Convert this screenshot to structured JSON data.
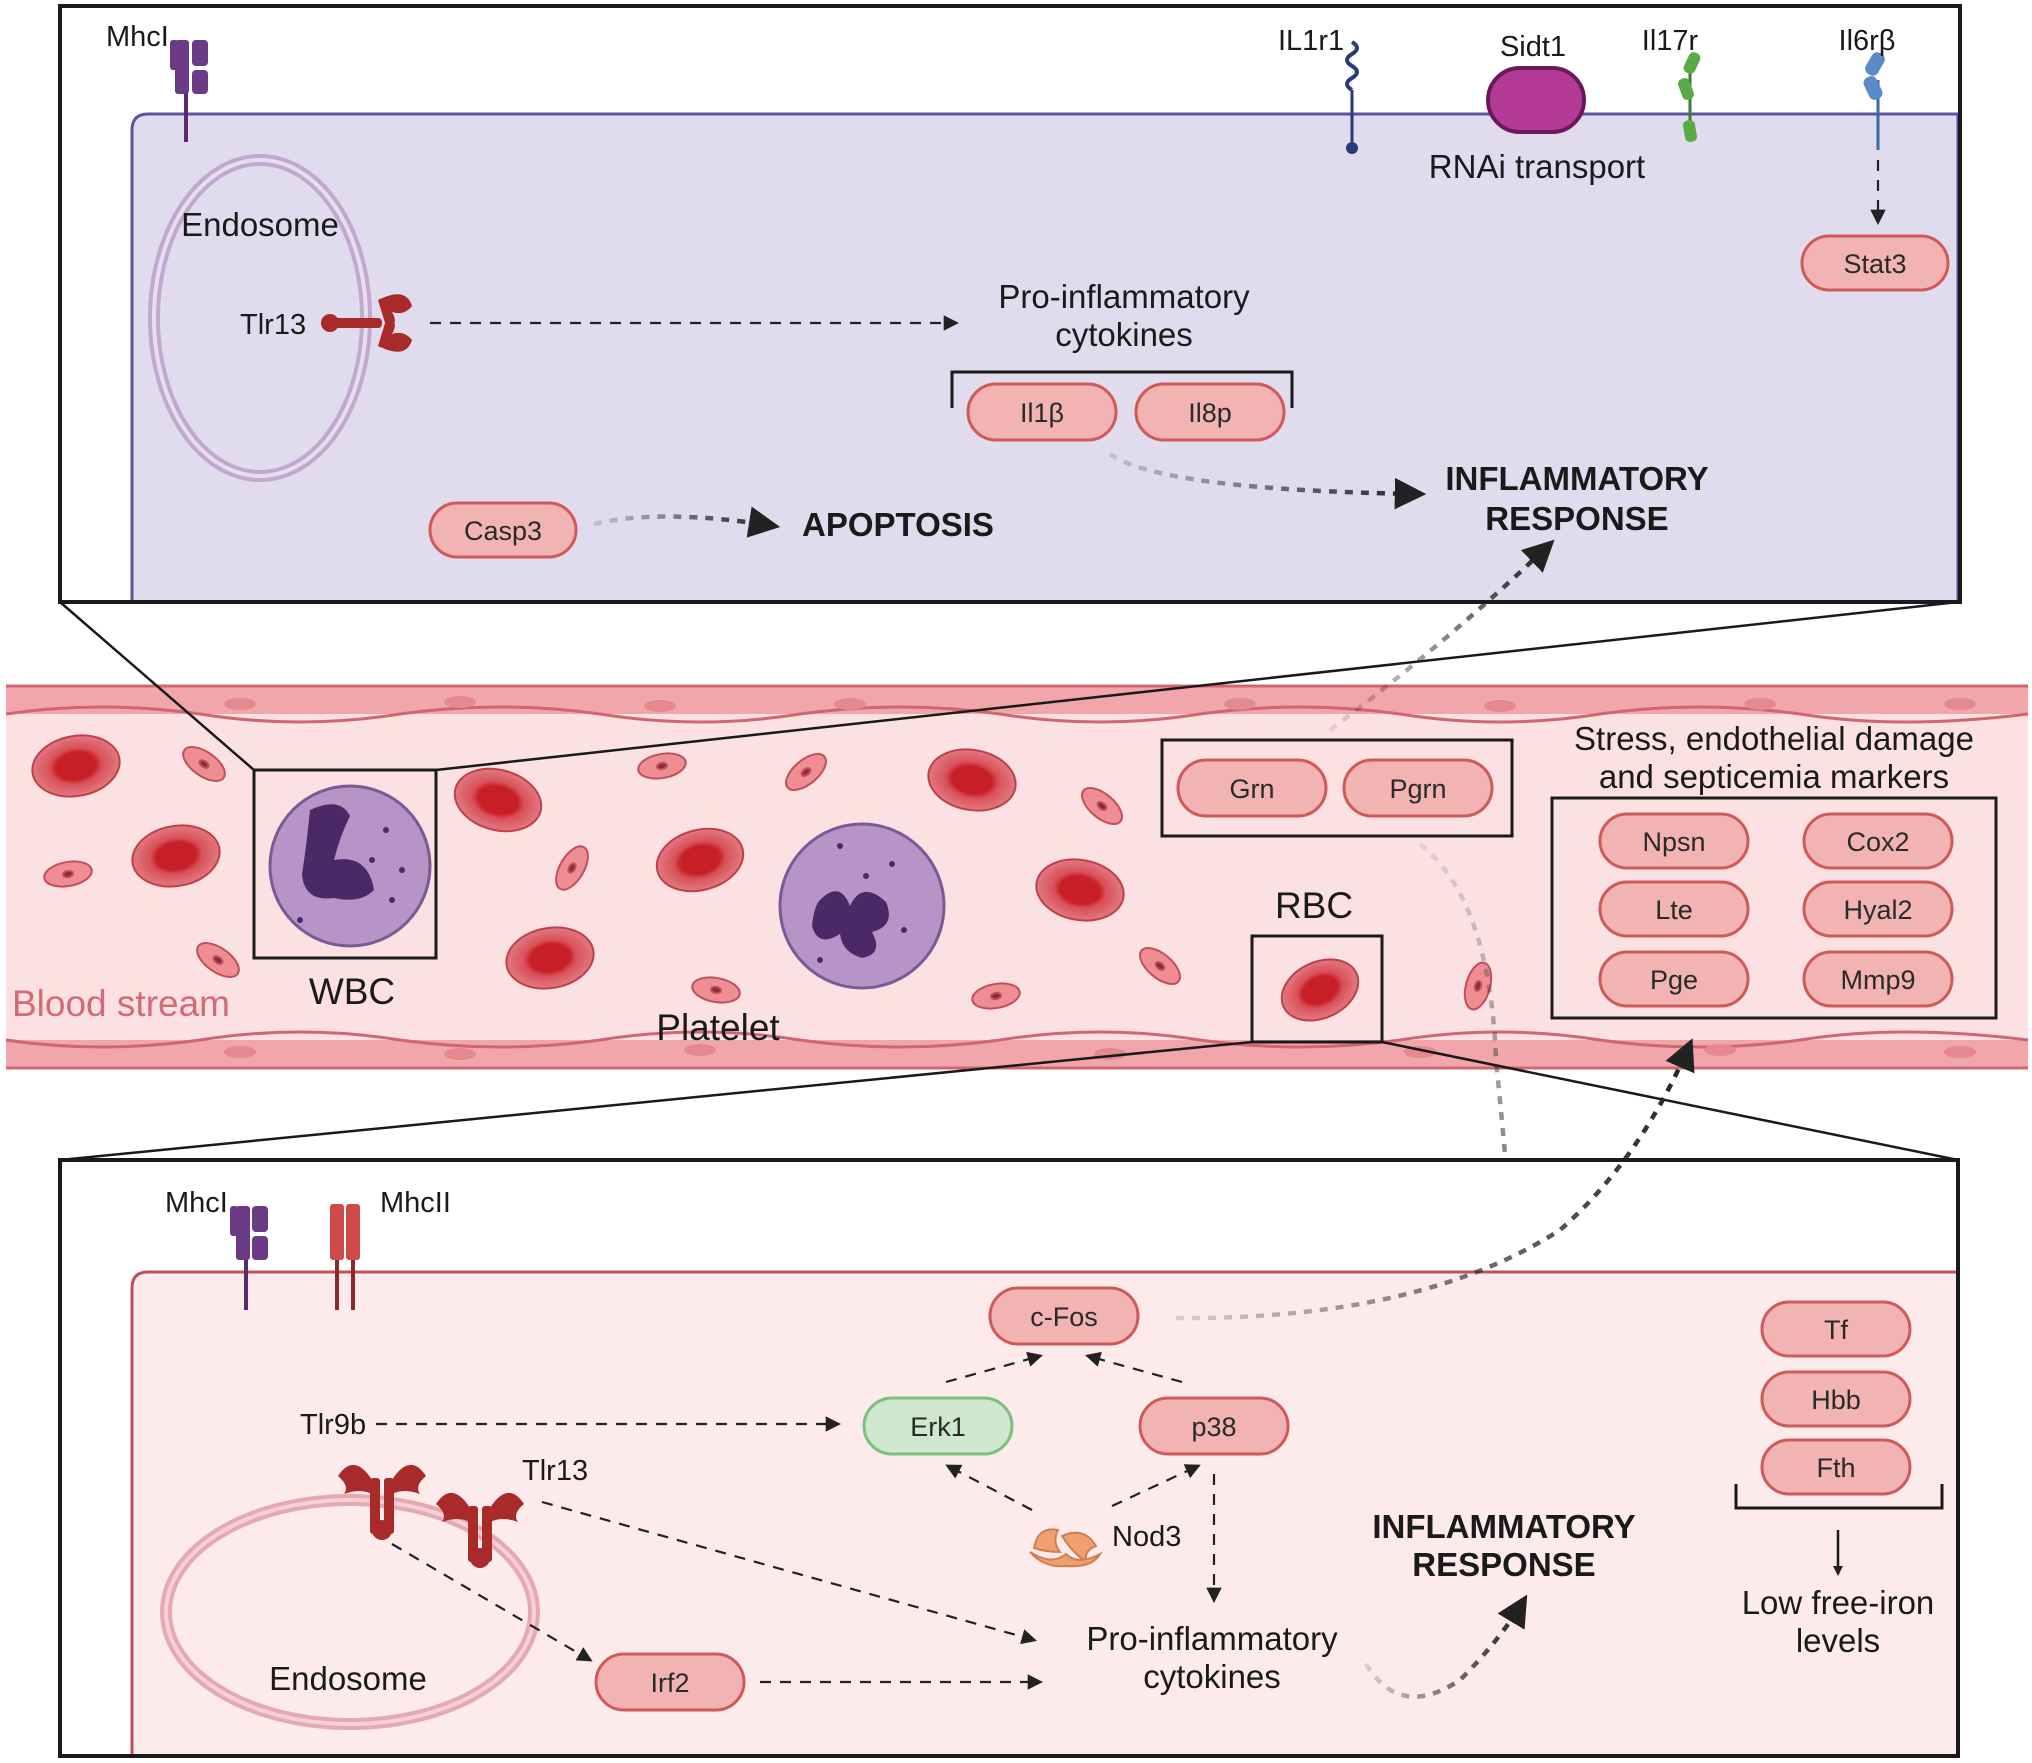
{
  "top_panel": {
    "mhci": "MhcI",
    "il1r1": "IL1r1",
    "sidt1": "Sidt1",
    "il17r": "Il17r",
    "il6rb": "Il6rβ",
    "rnai": "RNAi transport",
    "endosome": "Endosome",
    "tlr13": "Tlr13",
    "cytokines_line1": "Pro-inflammatory",
    "cytokines_line2": "cytokines",
    "il1b": "Il1β",
    "il8p": "Il8p",
    "stat3": "Stat3",
    "casp3": "Casp3",
    "apoptosis": "APOPTOSIS",
    "inflammatory_line1": "INFLAMMATORY",
    "inflammatory_line2": "RESPONSE"
  },
  "blood": {
    "label": "Blood stream",
    "wbc": "WBC",
    "platelet": "Platelet",
    "rbc": "RBC",
    "grn": "Grn",
    "pgrn": "Pgrn",
    "stress_line1": "Stress, endothelial damage",
    "stress_line2": "and septicemia markers",
    "markers": [
      "Npsn",
      "Cox2",
      "Lte",
      "Hyal2",
      "Pge",
      "Mmp9"
    ]
  },
  "bottom_panel": {
    "mhci": "MhcI",
    "mhcii": "MhcII",
    "cfos": "c-Fos",
    "erk1": "Erk1",
    "p38": "p38",
    "tlr9b": "Tlr9b",
    "tlr13": "Tlr13",
    "nod3": "Nod3",
    "endosome": "Endosome",
    "irf2": "Irf2",
    "cytokines_line1": "Pro-inflammatory",
    "cytokines_line2": "cytokines",
    "inflammatory_line1": "INFLAMMATORY",
    "inflammatory_line2": "RESPONSE",
    "tf": "Tf",
    "hbb": "Hbb",
    "fth": "Fth",
    "iron_line1": "Low free-iron",
    "iron_line2": "levels"
  },
  "colors": {
    "wbc_cell": "#e0dced",
    "rbc_cell": "#fdebec",
    "vessel": "#fcdfe1",
    "pill_fill": "#f2b3b3",
    "pill_stroke": "#cf5a5a",
    "erk_fill": "#cfe6cf",
    "erk_stroke": "#7cc07c"
  }
}
